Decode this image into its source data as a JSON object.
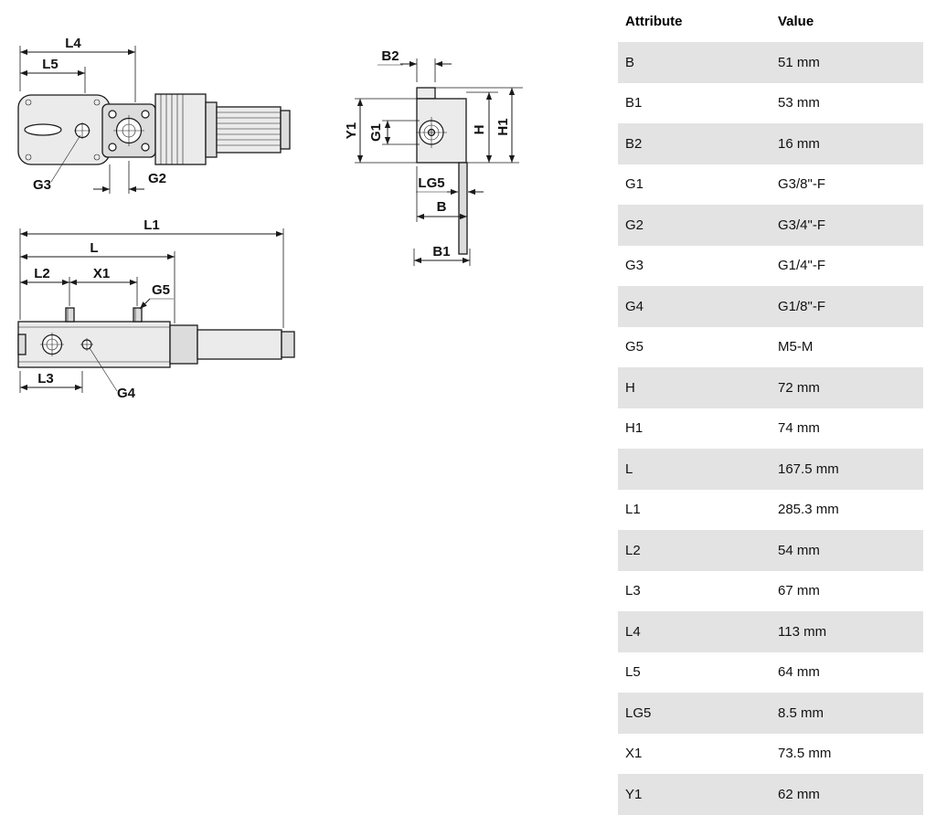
{
  "table": {
    "headers": {
      "attribute": "Attribute",
      "value": "Value"
    },
    "rows": [
      {
        "attribute": "B",
        "value": "51 mm"
      },
      {
        "attribute": "B1",
        "value": "53 mm"
      },
      {
        "attribute": "B2",
        "value": "16 mm"
      },
      {
        "attribute": "G1",
        "value": "G3/8\"-F"
      },
      {
        "attribute": "G2",
        "value": "G3/4\"-F"
      },
      {
        "attribute": "G3",
        "value": "G1/4\"-F"
      },
      {
        "attribute": "G4",
        "value": "G1/8\"-F"
      },
      {
        "attribute": "G5",
        "value": "M5-M"
      },
      {
        "attribute": "H",
        "value": "72 mm"
      },
      {
        "attribute": "H1",
        "value": "74 mm"
      },
      {
        "attribute": "L",
        "value": "167.5 mm"
      },
      {
        "attribute": "L1",
        "value": "285.3 mm"
      },
      {
        "attribute": "L2",
        "value": "54 mm"
      },
      {
        "attribute": "L3",
        "value": "67 mm"
      },
      {
        "attribute": "L4",
        "value": "113 mm"
      },
      {
        "attribute": "L5",
        "value": "64 mm"
      },
      {
        "attribute": "LG5",
        "value": "8.5 mm"
      },
      {
        "attribute": "X1",
        "value": "73.5 mm"
      },
      {
        "attribute": "Y1",
        "value": "62 mm"
      }
    ]
  },
  "diagram": {
    "labels": {
      "l4": "L4",
      "l5": "L5",
      "g3": "G3",
      "g2": "G2",
      "b2": "B2",
      "y1": "Y1",
      "g1": "G1",
      "h": "H",
      "h1": "H1",
      "lg5": "LG5",
      "b": "B",
      "b1": "B1",
      "l1": "L1",
      "l": "L",
      "l2": "L2",
      "x1": "X1",
      "g5": "G5",
      "l3": "L3",
      "g4": "G4"
    },
    "colors": {
      "row_stripe": "#e3e3e3",
      "line": "#1a1a1a"
    }
  }
}
